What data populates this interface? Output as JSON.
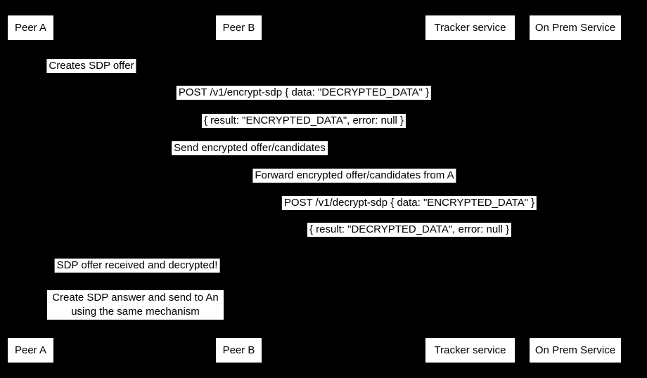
{
  "diagram": {
    "type": "sequence-diagram",
    "colors": {
      "background": "#000000",
      "box_fill": "#ffffff",
      "text": "#000000"
    },
    "participants": [
      {
        "label": "Peer A"
      },
      {
        "label": "Peer B"
      },
      {
        "label": "Tracker service"
      },
      {
        "label": "On Prem Service"
      }
    ],
    "messages": [
      {
        "label": "Creates SDP offer"
      },
      {
        "label": "POST /v1/encrypt-sdp { data: \"DECRYPTED_DATA\" }"
      },
      {
        "label": "{ result: \"ENCRYPTED_DATA\", error: null }"
      },
      {
        "label": "Send encrypted offer/candidates"
      },
      {
        "label": "Forward encrypted offer/candidates from A"
      },
      {
        "label": "POST /v1/decrypt-sdp { data: \"ENCRYPTED_DATA\" }"
      },
      {
        "label": "{ result: \"DECRYPTED_DATA\", error: null }"
      },
      {
        "label": "SDP offer received and decrypted!"
      }
    ],
    "note": {
      "lines": [
        "Create SDP answer and send to An",
        "using the same mechanism"
      ]
    }
  }
}
